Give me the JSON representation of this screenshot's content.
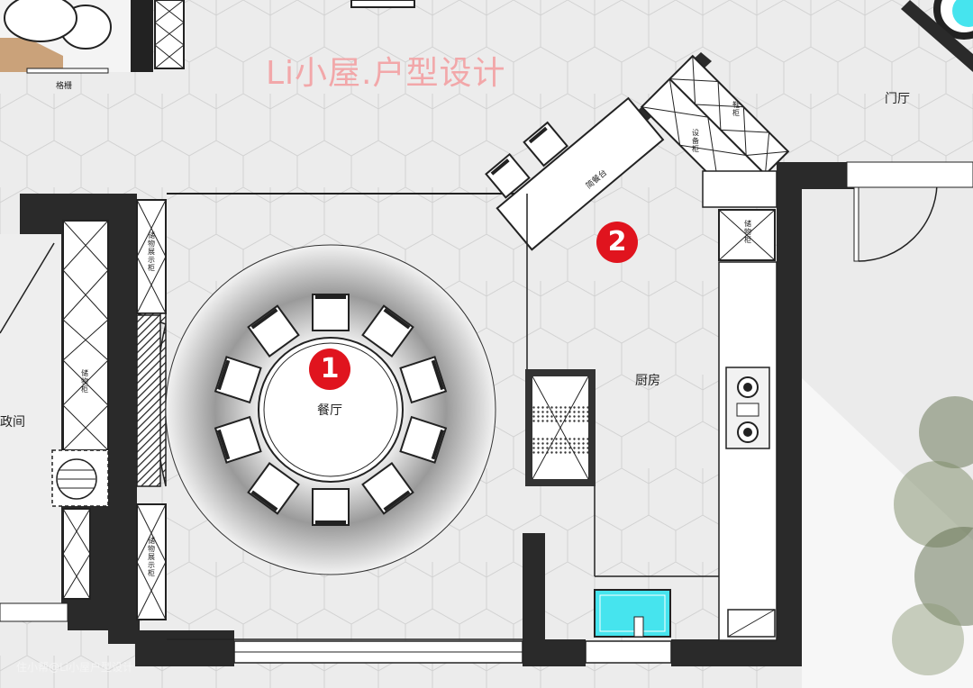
{
  "watermark": "Li小屋.户型设计",
  "credit": "住小帮@Li小屋户型设计",
  "rooms": {
    "dining": "餐厅",
    "kitchen": "厨房",
    "foyer": "门厅",
    "partial_left": "政间"
  },
  "fixtures": {
    "grille": "格栅",
    "snack_counter": "简餐台",
    "shoe_cabinet": "鞋柜",
    "equipment_cabinet": "设备柜",
    "storage_cabinet": "储物柜",
    "display_cabinet": "储物展示柜"
  },
  "markers": [
    "1",
    "2"
  ],
  "colors": {
    "wall": "#2a2a2a",
    "marker": "#e0141e",
    "sink_water": "#46e4ee",
    "watermark": "#f2a7a9"
  }
}
